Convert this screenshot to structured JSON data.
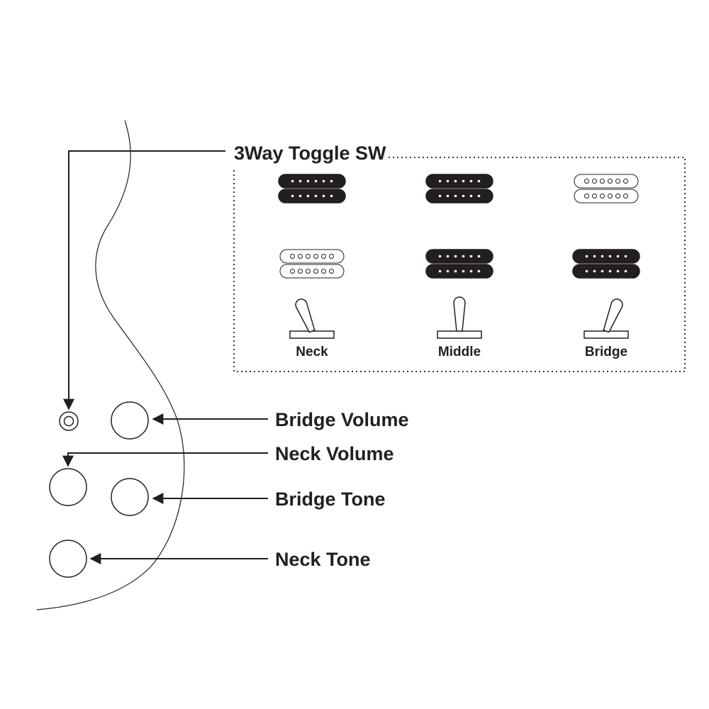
{
  "toggle": {
    "title": "3Way Toggle SW",
    "positions": [
      {
        "label": "Neck",
        "neck_pickup": "active",
        "bridge_pickup": "inactive",
        "lever": "left"
      },
      {
        "label": "Middle",
        "neck_pickup": "active",
        "bridge_pickup": "active",
        "lever": "center"
      },
      {
        "label": "Bridge",
        "neck_pickup": "inactive",
        "bridge_pickup": "active",
        "lever": "right"
      }
    ]
  },
  "controls": {
    "bridge_volume": "Bridge Volume",
    "neck_volume": "Neck Volume",
    "bridge_tone": "Bridge Tone",
    "neck_tone": "Neck Tone"
  },
  "colors": {
    "ink": "#231f20",
    "background": "#ffffff",
    "pickup_active": "#231f20",
    "pickup_inactive": "#ffffff"
  }
}
